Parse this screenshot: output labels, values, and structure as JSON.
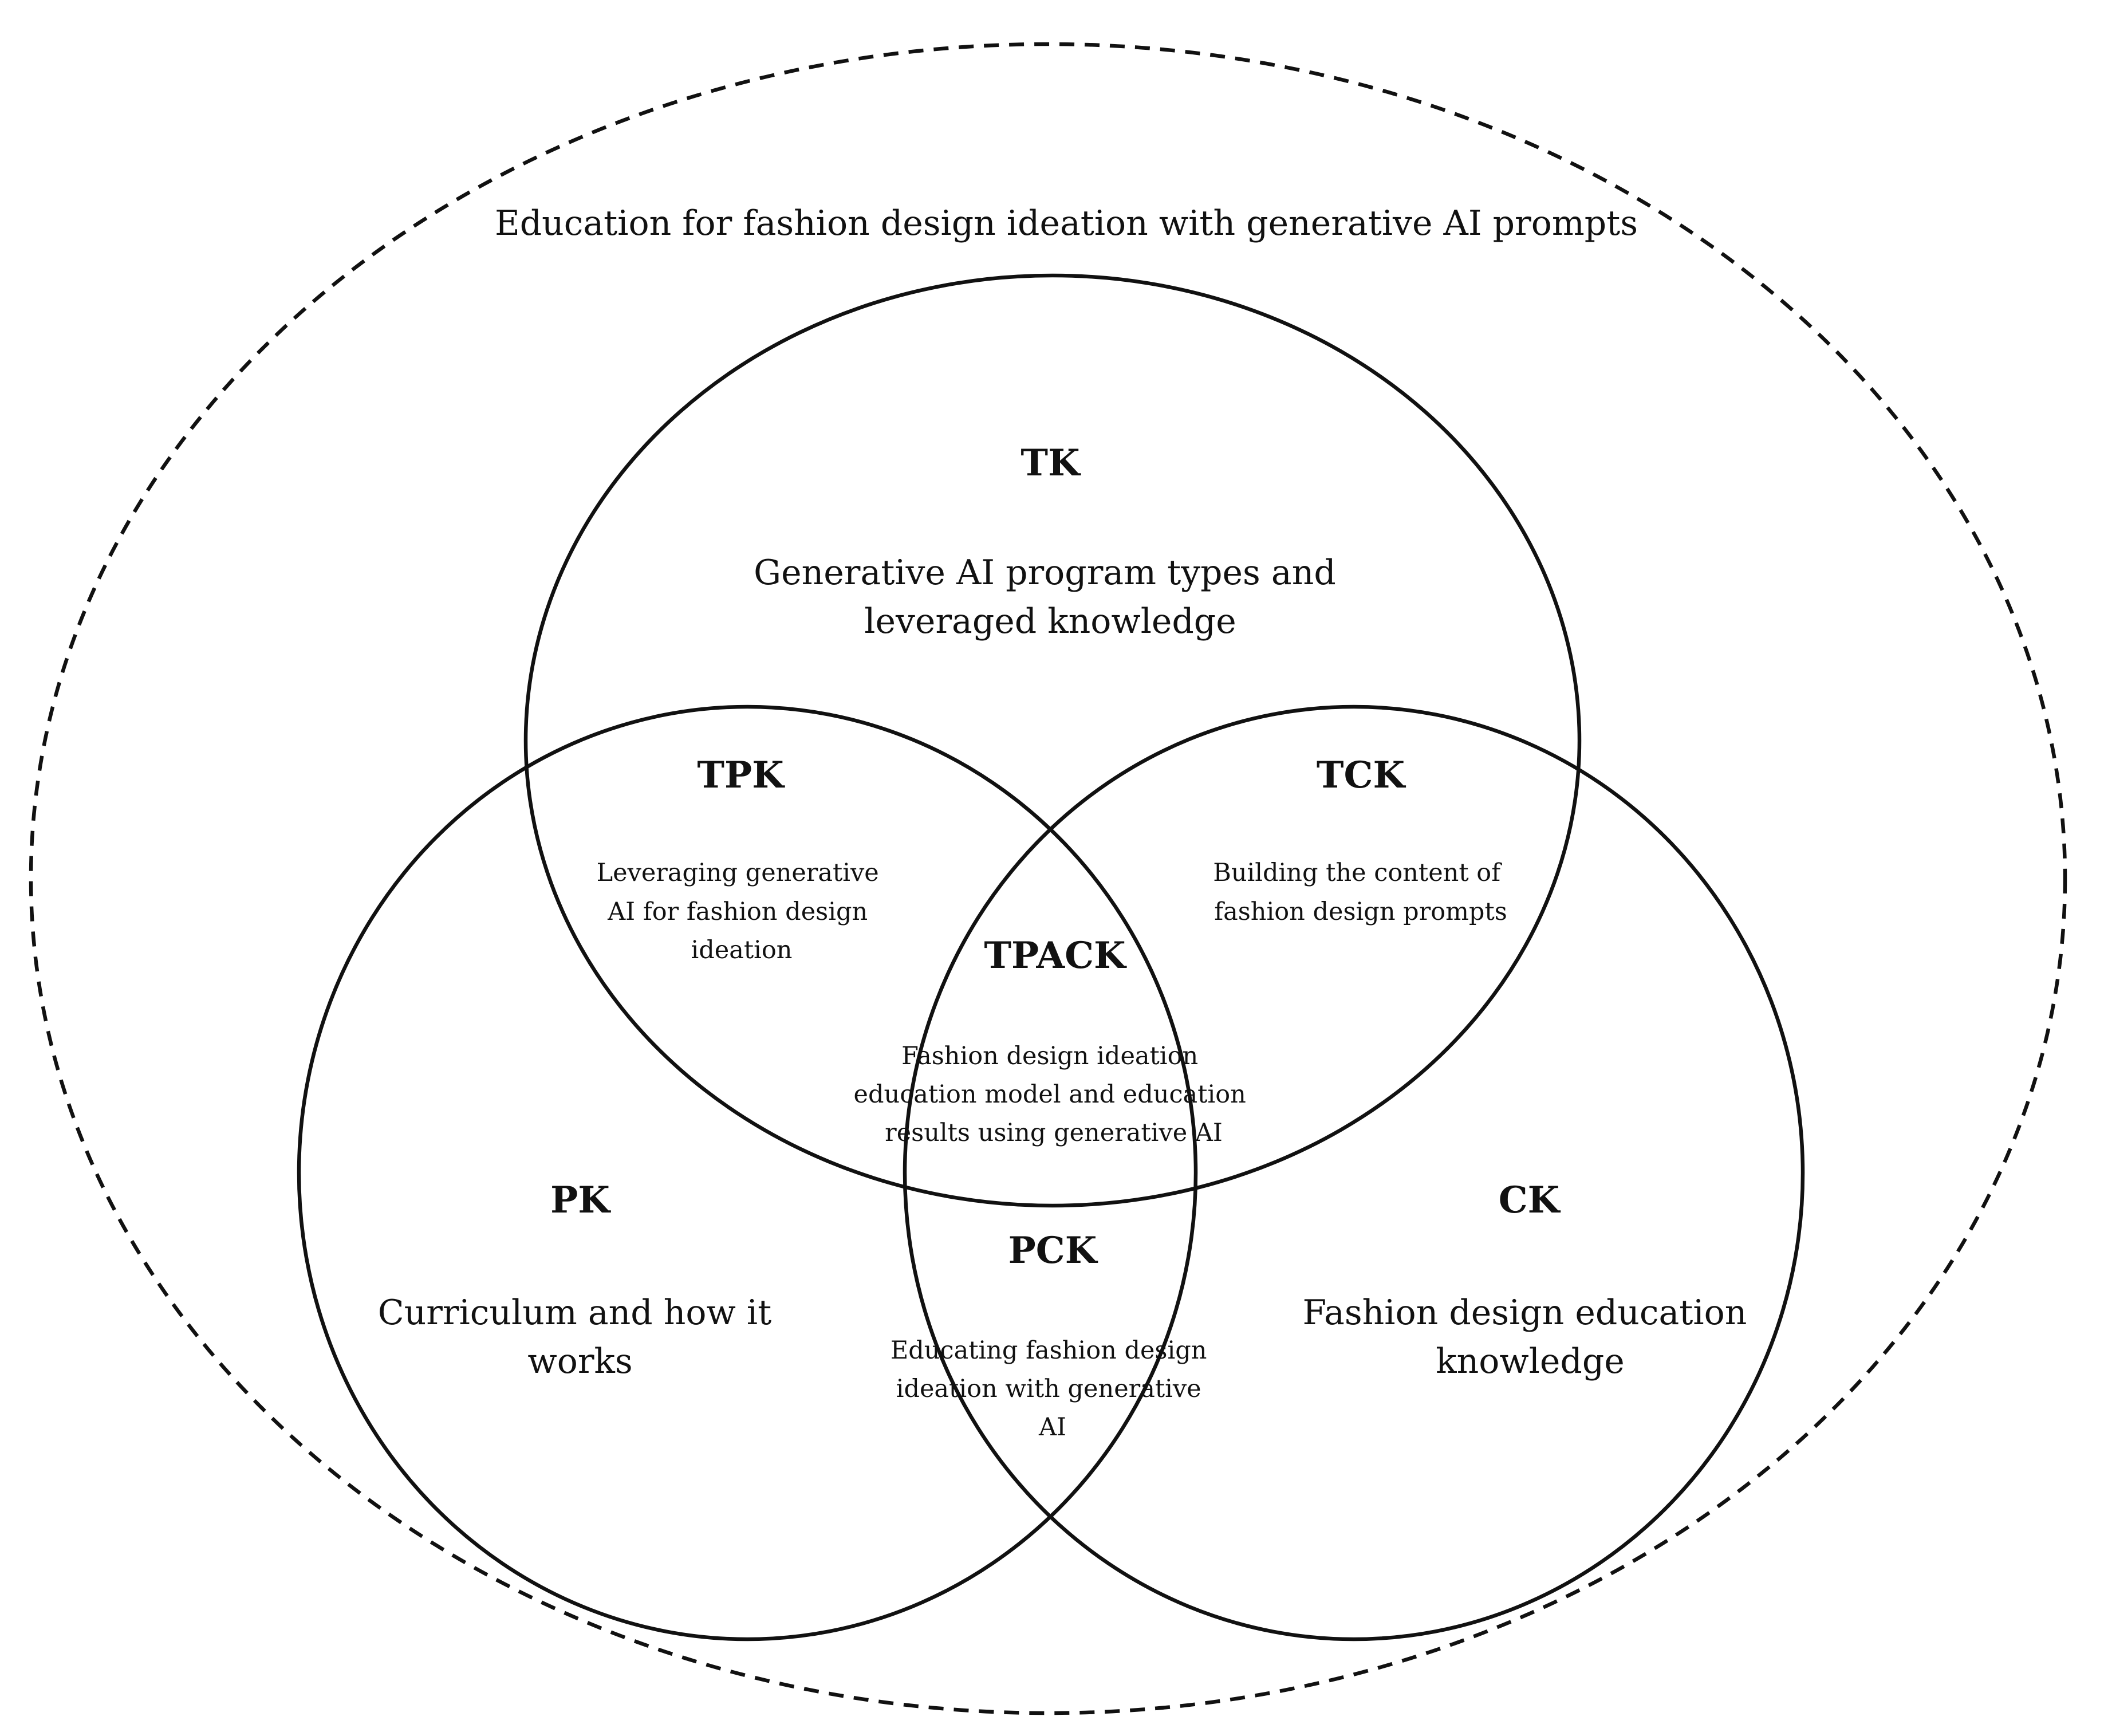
{
  "context": {
    "label": "Education for fashion design ideation with generative AI prompts"
  },
  "regions": {
    "tk": {
      "abbrev": "TK",
      "lines": [
        "Generative AI program types and",
        "leveraged knowledge"
      ]
    },
    "pk": {
      "abbrev": "PK",
      "lines": [
        "Curriculum and how it",
        "works"
      ]
    },
    "ck": {
      "abbrev": "CK",
      "lines": [
        "Fashion design education",
        "knowledge"
      ]
    },
    "tpk": {
      "abbrev": "TPK",
      "lines": [
        "Leveraging generative",
        "AI for fashion design",
        "ideation"
      ]
    },
    "tck": {
      "abbrev": "TCK",
      "lines": [
        "Building the content of",
        "fashion design prompts"
      ]
    },
    "pck": {
      "abbrev": "PCK",
      "lines": [
        "Educating fashion design",
        "ideation with generative",
        "AI"
      ]
    },
    "tpack": {
      "abbrev": "TPACK",
      "lines": [
        "Fashion design ideation",
        "education model and education",
        "results using generative AI"
      ]
    }
  }
}
